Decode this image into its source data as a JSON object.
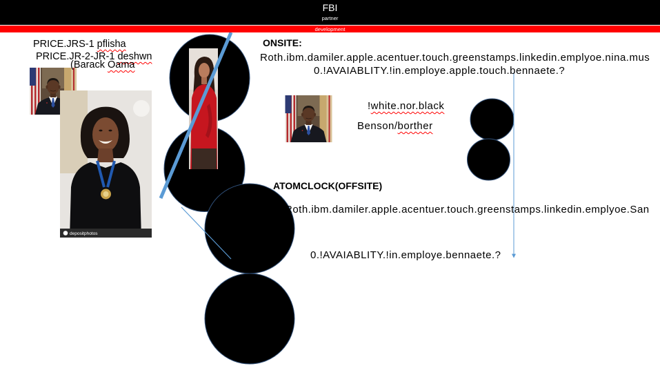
{
  "header": {
    "title": "FBI",
    "subtitle": "partner",
    "band_label": "development"
  },
  "left_notes": [
    {
      "text": "PRICE.JRS-1 ",
      "flagged": "pflisha"
    },
    {
      "text": "PRICE.JR-2-JR-1 ",
      "flagged": "deshwn"
    },
    {
      "text": "(Barack ",
      "flagged": "Oama"
    }
  ],
  "onsite": {
    "heading": "ONSITE:",
    "list": "Roth.ibm.damiler.apple.acentuer.touch.greenstamps.linkedin.emplyoe.nina.mus",
    "availability": "0.!AVAIABLITY.!in.employe.apple.touch.bennaete.?"
  },
  "middle_notes": [
    {
      "text": "!",
      "flagged": "white.nor.black"
    },
    {
      "text": "Benson/",
      "flagged": "borther"
    }
  ],
  "offsite": {
    "heading": "ATOMCLOCK(OFFSITE)",
    "list": "Roth.ibm.damiler.apple.acentuer.touch.greenstamps.linkedin.emplyoe.San",
    "availability": "0.!AVAIABLITY.!in.employe.bennaete.?"
  },
  "photos": {
    "watermark": "depositphotos"
  },
  "colors": {
    "header_band": "#000000",
    "accent_band": "#ff0000",
    "header_text": "#ffffff",
    "connector": "#5b9bd5",
    "shape_fill": "#000000",
    "shape_outline": "#2f4f78",
    "body_text": "#000000",
    "spellcheck_mark": "#ff0000"
  }
}
